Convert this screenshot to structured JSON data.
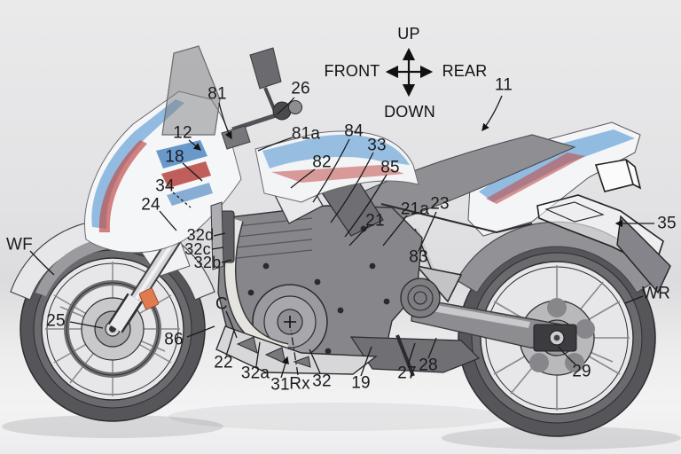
{
  "diagram_type": "patent-style side elevation of an adventure motorcycle with reference numerals",
  "compass": {
    "up": "UP",
    "front": "FRONT",
    "rear": "REAR",
    "down": "DOWN"
  },
  "labels": {
    "n11": "11",
    "n81": "81",
    "n26": "26",
    "n12": "12",
    "n18": "18",
    "n81a": "81a",
    "n82": "82",
    "n84": "84",
    "n33": "33",
    "n85": "85",
    "n34": "34",
    "n24": "24",
    "wf": "WF",
    "n32d": "32d",
    "n32c": "32c",
    "n32b": "32b",
    "n21a": "21a",
    "n23": "23",
    "n21": "21",
    "n83": "83",
    "n25": "25",
    "n86": "86",
    "c": "C",
    "n22": "22",
    "n32a": "32a",
    "n31": "31",
    "rx": "Rx",
    "n32": "32",
    "n19": "19",
    "n27": "27",
    "n28": "28",
    "n35": "35",
    "wr": "WR",
    "n29": "29"
  },
  "colors": {
    "background": "#e4e4e6",
    "line_ink": "#1c1c1e",
    "body_gray": "#98989b",
    "tire_gray": "#4e4e52",
    "fairing_white": "#f5f6f7",
    "accent_blue": "#7fb0dc",
    "accent_red": "#c0504d",
    "reflector_orange": "#e07b4f"
  }
}
